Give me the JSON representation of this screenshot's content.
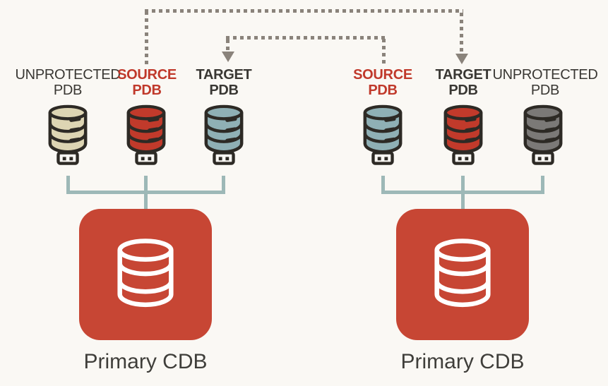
{
  "diagram": {
    "title": "PDB replication between primary CDBs",
    "background": "#faf8f4",
    "colors": {
      "outline": "#2d2a25",
      "label_dark": "#393733",
      "label_red": "#c0392b",
      "arrow_gray": "#8a837b",
      "bracket_teal": "#9db8b7",
      "cdb_red": "#c74634",
      "caption_dark": "#3f3e3a",
      "pdb_cream": "#ddd5b3",
      "pdb_red": "#c13a2b",
      "pdb_teal": "#8fb0b5",
      "pdb_gray": "#7b7977"
    },
    "clusters": [
      {
        "caption": "Primary CDB",
        "pdbs": [
          {
            "role": "unprotected-pdb",
            "line1": "UNPROTECTED",
            "line2": "PDB",
            "color": "#393733",
            "fill": "#ddd5b3"
          },
          {
            "role": "source-pdb",
            "line1": "SOURCE",
            "line2": "PDB",
            "color": "#c0392b",
            "fill": "#c13a2b"
          },
          {
            "role": "target-pdb",
            "line1": "TARGET",
            "line2": "PDB",
            "color": "#393733",
            "fill": "#8fb0b5"
          }
        ]
      },
      {
        "caption": "Primary CDB",
        "pdbs": [
          {
            "role": "source-pdb",
            "line1": "SOURCE",
            "line2": "PDB",
            "color": "#c0392b",
            "fill": "#8fb0b5"
          },
          {
            "role": "target-pdb",
            "line1": "TARGET",
            "line2": "PDB",
            "color": "#393733",
            "fill": "#c13a2b"
          },
          {
            "role": "unprotected-pdb",
            "line1": "UNPROTECTED",
            "line2": "PDB",
            "color": "#393733",
            "fill": "#7b7977"
          }
        ]
      }
    ],
    "arrows": [
      {
        "name": "left-source-to-right-target"
      },
      {
        "name": "right-source-to-left-target"
      }
    ]
  }
}
